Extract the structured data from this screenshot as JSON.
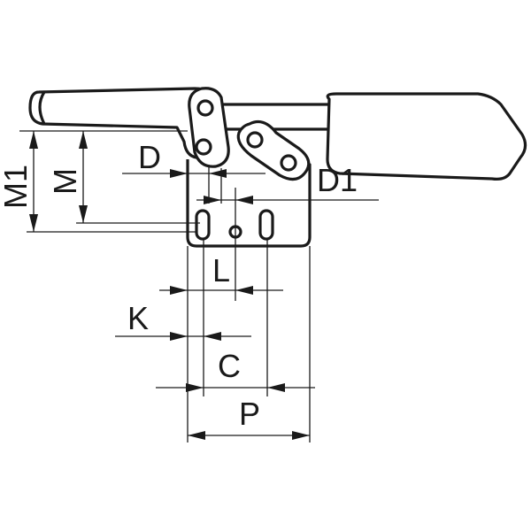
{
  "diagram": {
    "labels": {
      "m1": "M1",
      "m": "M",
      "d": "D",
      "d1": "D1",
      "l": "L",
      "k": "K",
      "c": "C",
      "p": "P"
    },
    "colors": {
      "line": "#1a1a1a",
      "background": "#ffffff"
    }
  }
}
